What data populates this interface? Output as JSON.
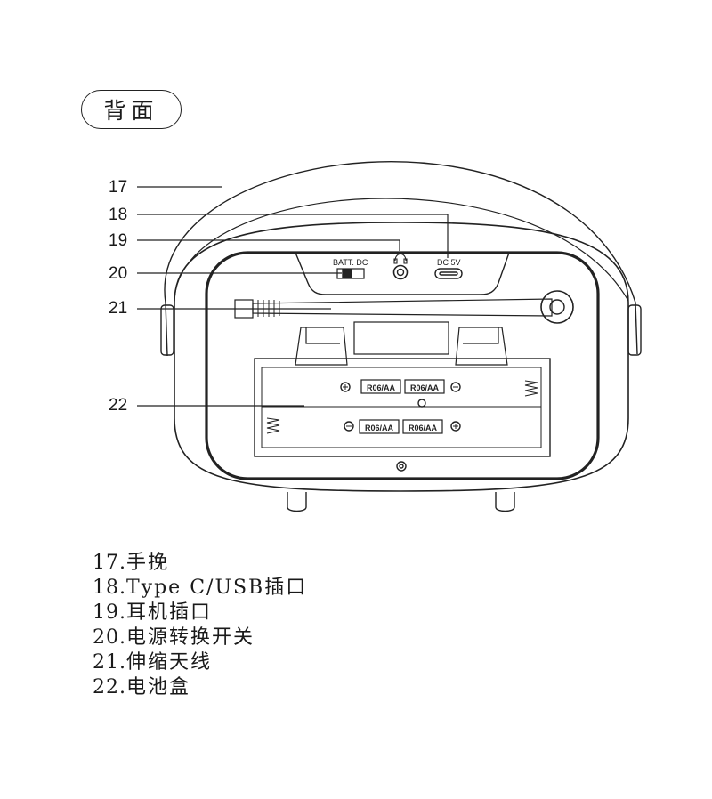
{
  "title": "背面",
  "callouts": [
    "17",
    "18",
    "19",
    "20",
    "21",
    "22"
  ],
  "panel_labels": {
    "switch": "BATT.  DC",
    "usb": "DC 5V"
  },
  "battery_labels": [
    "R06/AA",
    "R06/AA",
    "R06/AA",
    "R06/AA"
  ],
  "legend": [
    {
      "num": "17",
      "text": "手挽"
    },
    {
      "num": "18",
      "text": "Type C/USB插口"
    },
    {
      "num": "19",
      "text": "耳机插口"
    },
    {
      "num": "20",
      "text": "电源转换开关"
    },
    {
      "num": "21",
      "text": "伸缩天线"
    },
    {
      "num": "22",
      "text": "电池盒"
    }
  ]
}
